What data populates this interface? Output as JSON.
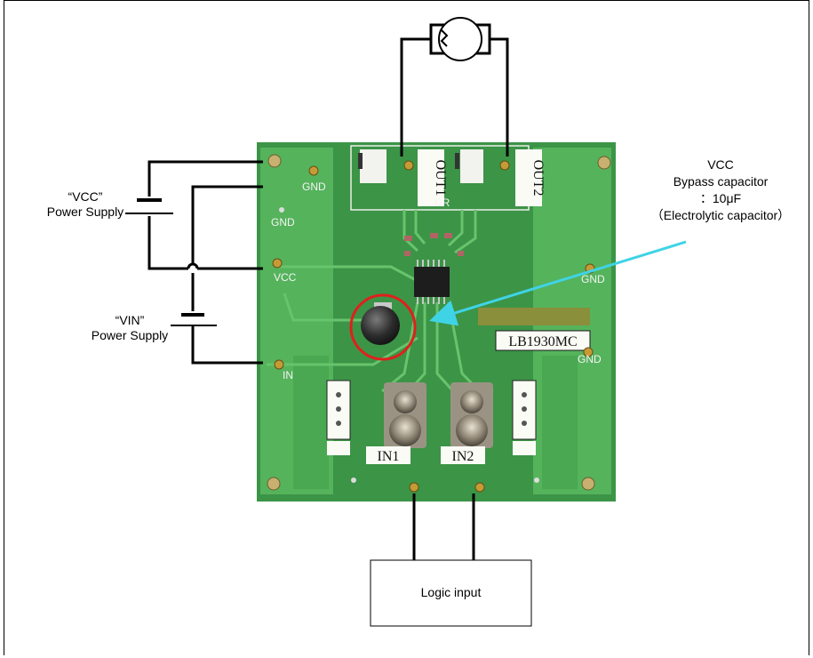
{
  "labels": {
    "vcc_supply_line1": "“VCC”",
    "vcc_supply_line2": "Power Supply",
    "vin_supply_line1": "“VIN”",
    "vin_supply_line2": "Power Supply",
    "cap_line1": "VCC",
    "cap_line2": "Bypass capacitor",
    "cap_line3": "：10μF",
    "cap_line4": "（Electrolytic capacitor）",
    "logic_input": "Logic input"
  },
  "board": {
    "model": "LB1930MC",
    "out1": "OUT1",
    "out2": "OUT2",
    "in1": "IN1",
    "in2": "IN2",
    "vcc": "VCC",
    "in": "IN",
    "gnd": "GND",
    "dr": "DR",
    "colors": {
      "pcb": "#3f9a4a",
      "pcb_trace": "#5fb964",
      "highlight_circle": "#e0201c",
      "arrow": "#3fd3e6"
    }
  }
}
